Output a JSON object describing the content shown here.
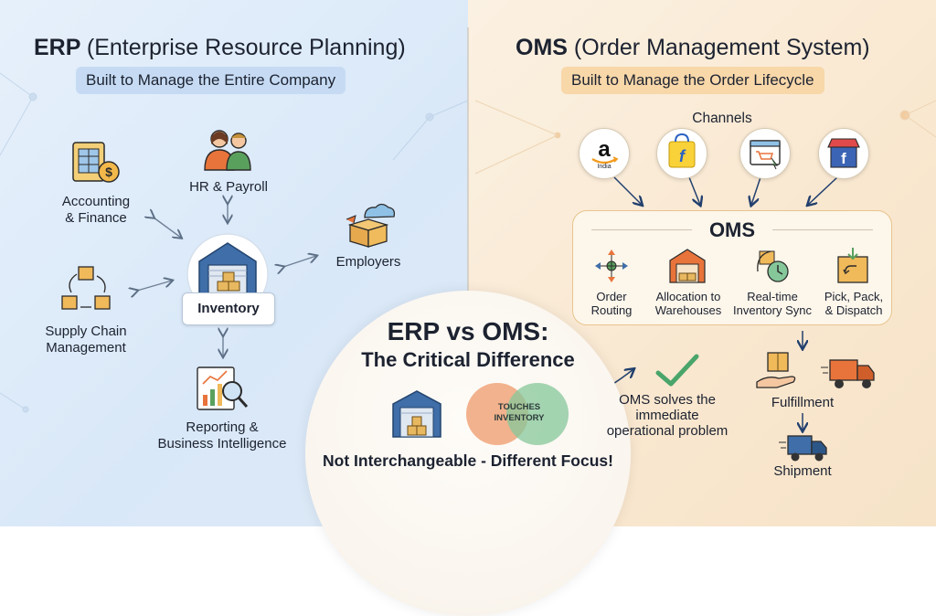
{
  "left": {
    "title_abbr": "ERP",
    "title_full": "(Enterprise Resource Planning)",
    "subtitle": "Built to Manage the Entire Company",
    "hub_label": "Inventory",
    "nodes": {
      "accounting": "Accounting\n& Finance",
      "hr": "HR & Payroll",
      "employers": "Employers",
      "supply": "Supply Chain\nManagement",
      "reporting": "Reporting &\nBusiness Intelligence"
    }
  },
  "right": {
    "title_abbr": "OMS",
    "title_full": "(Order Management System)",
    "subtitle": "Built to Manage the Order Lifecycle",
    "channels_label": "Channels",
    "amazon_sub": "India",
    "oms_title": "OMS",
    "oms_items": {
      "routing": "Order\nRouting",
      "allocation": "Allocation to\nWarehouses",
      "sync": "Real-time\nInventory Sync",
      "pick": "Pick, Pack,\n& Dispatch"
    },
    "fulfillment": "Fulfillment",
    "shipment": "Shipment"
  },
  "center": {
    "title": "ERP vs OMS:",
    "subtitle": "The Critical Difference",
    "venn_label": "TOUCHES\nINVENTORY",
    "oms_note": "OMS solves the\nimmediate\noperational problem",
    "footer": "Not Interchangeable - Different Focus!"
  },
  "colors": {
    "left_bg": "#dce9f6",
    "right_bg": "#f9e7cf",
    "pill_blue": "#c6dbf3",
    "pill_orange": "#f8d7a9",
    "warehouse_blue": "#3f6ea8",
    "box_gold": "#e8b860",
    "check_green": "#4aa56b",
    "venn_orange": "#ee9a6a",
    "venn_green": "#86c79a",
    "navy_arrow": "#22406e"
  }
}
